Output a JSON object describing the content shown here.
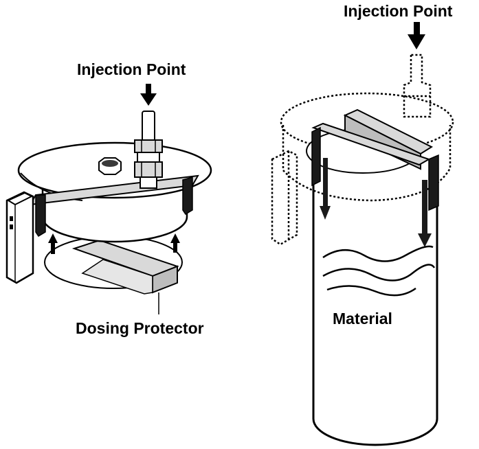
{
  "labels": {
    "injection_point_left": "Injection Point",
    "injection_point_right": "Injection Point",
    "dosing_protector": "Dosing Protector",
    "material": "Material"
  },
  "colors": {
    "line": "#000000",
    "fill_white": "#ffffff",
    "fill_gray": "#d9d9d9",
    "fill_dark": "#1a1a1a"
  }
}
